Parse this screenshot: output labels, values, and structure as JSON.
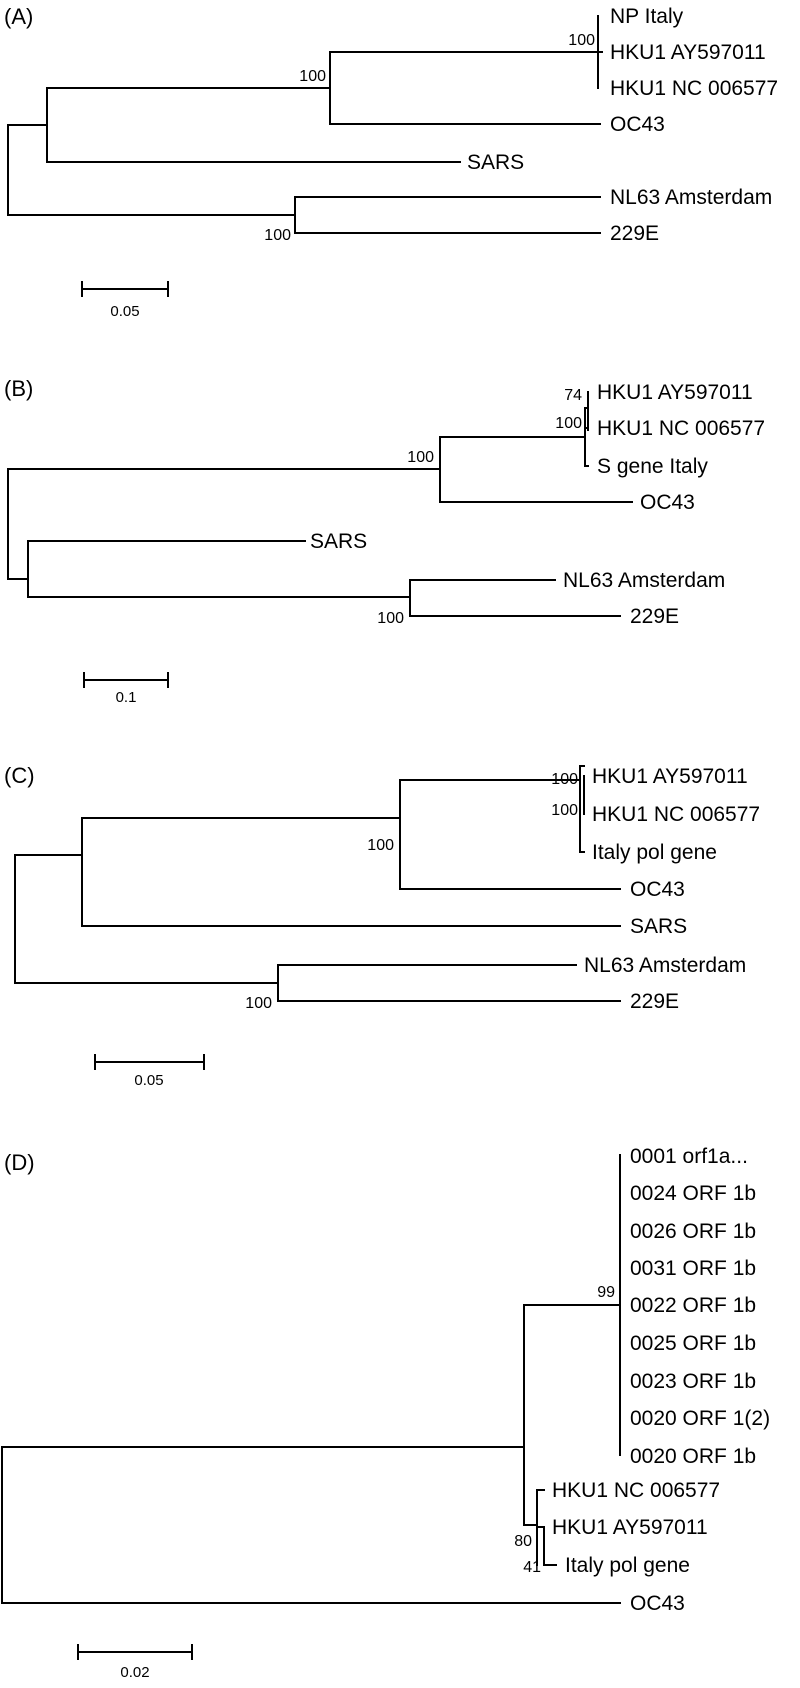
{
  "panels": [
    {
      "label": "(A)",
      "scale": "0.05",
      "leaves": [
        "NP Italy",
        "HKU1 AY597011",
        "HKU1 NC 006577",
        "OC43",
        "SARS",
        "NL63 Amsterdam",
        "229E"
      ],
      "bootstrap": [
        "100",
        "100",
        "100"
      ]
    },
    {
      "label": "(B)",
      "scale": "0.1",
      "leaves": [
        "HKU1 AY597011",
        "HKU1 NC 006577",
        "S gene Italy",
        "OC43",
        "SARS",
        "NL63 Amsterdam",
        "229E"
      ],
      "bootstrap": [
        "74",
        "100",
        "100",
        "100"
      ]
    },
    {
      "label": "(C)",
      "scale": "0.05",
      "leaves": [
        "HKU1 AY597011",
        "HKU1 NC 006577",
        "Italy pol gene",
        "OC43",
        "SARS",
        "NL63 Amsterdam",
        "229E"
      ],
      "bootstrap": [
        "100",
        "100",
        "100",
        "100"
      ]
    },
    {
      "label": "(D)",
      "scale": "0.02",
      "leaves": [
        "0001 orf1a...",
        "0024 ORF 1b",
        "0026 ORF 1b",
        "0031 ORF 1b",
        "0022 ORF 1b",
        "0025 ORF 1b",
        "0023 ORF 1b",
        "0020 ORF 1(2)",
        "0020 ORF 1b",
        "HKU1 NC 006577",
        "HKU1 AY597011",
        "Italy pol gene",
        "OC43"
      ],
      "bootstrap": [
        "99",
        "80",
        "41"
      ]
    }
  ]
}
